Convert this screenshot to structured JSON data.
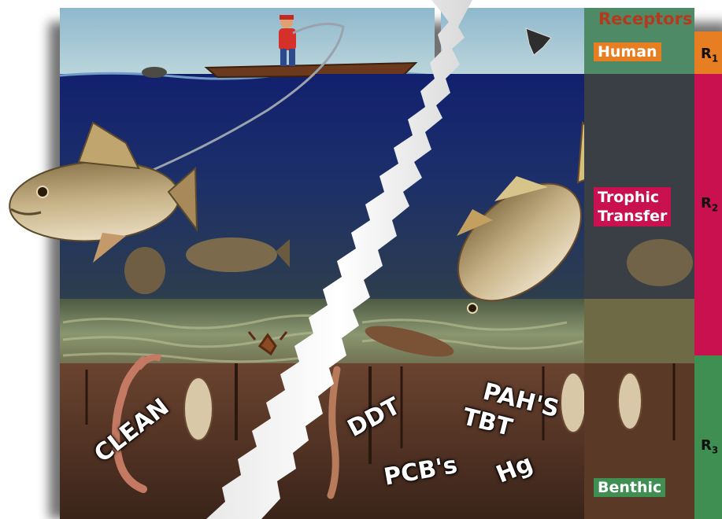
{
  "panel": {
    "title": "Receptors",
    "human_label": "Human",
    "trophic_label_line1": "Trophic",
    "trophic_label_line2": "Transfer",
    "benthic_label": "Benthic",
    "r1": "R",
    "r1_sub": "1",
    "r2": "R",
    "r2_sub": "2",
    "r3": "R",
    "r3_sub": "3"
  },
  "sediment_labels": {
    "clean": "CLEAN",
    "ddt": "DDT",
    "tbt": "TBT",
    "pahs": "PAH'S",
    "pcbs": "PCB's",
    "hg": "Hg"
  },
  "colors": {
    "panel_bg": "#4f8a66",
    "human_tag": "#e77e22",
    "trophic_tag": "#c8114e",
    "benthic_tag": "#3f8f52",
    "r1_bar": "#e77e22",
    "r2_bar": "#c8114e",
    "r3_bar": "#3f8f52",
    "title": "#b33a1c"
  }
}
